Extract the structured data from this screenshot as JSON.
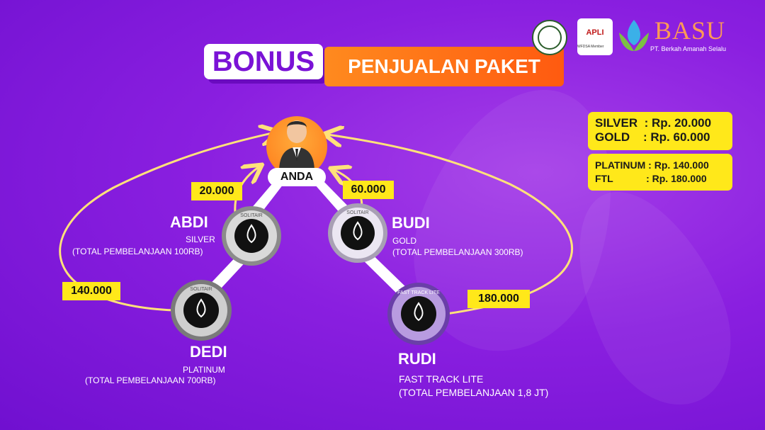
{
  "title": {
    "bonus": "BONUS",
    "subtitle": "PENJUALAN PAKET"
  },
  "brand": {
    "name": "BASU",
    "tagline": "PT. Berkah Amanah Selalu",
    "apli": "APLI",
    "apli_sub": "WFDSA Member"
  },
  "prices": [
    {
      "package": "SILVER  ",
      "price": ": Rp. 20.000"
    },
    {
      "package": "GOLD    ",
      "price": ": Rp. 60.000"
    },
    {
      "package": "PLATINUM",
      "price": " : Rp. 140.000"
    },
    {
      "package": "FTL           ",
      "price": " : Rp. 180.000"
    }
  ],
  "you": {
    "label": "ANDA"
  },
  "members": {
    "abdi": {
      "name": "ABDI",
      "package": "SILVER",
      "total": "(TOTAL PEMBELANJAAN 100RB)"
    },
    "budi": {
      "name": "BUDI",
      "package": "GOLD",
      "total": "(TOTAL PEMBELANJAAN 300RB)"
    },
    "dedi": {
      "name": "DEDI",
      "package": "PLATINUM",
      "total": "(TOTAL PEMBELANJAAN 700RB)"
    },
    "rudi": {
      "name": "RUDI",
      "package": "FAST TRACK LITE",
      "total": "(TOTAL PEMBELANJAAN 1,8 JT)"
    }
  },
  "bonus_values": {
    "abdi": "20.000",
    "budi": "60.000",
    "dedi": "140.000",
    "rudi": "180.000"
  },
  "medal_text": {
    "silver": "SOLITAIR",
    "platinum": "SOLITAIR",
    "gold": "SOLITAIR",
    "ftl": "FAST TRACK LITE"
  },
  "colors": {
    "background": "#8a1fe0",
    "highlight": "#ffe81a",
    "accent": "#ff7a1a"
  }
}
